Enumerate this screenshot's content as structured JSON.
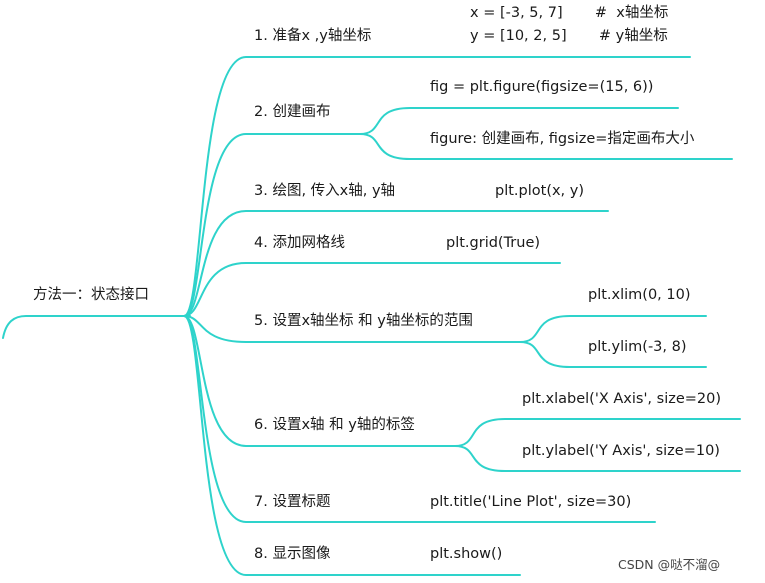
{
  "theme": {
    "line_color": "#2ed3cb",
    "text_color": "#1a1a1a",
    "watermark_color": "#444444"
  },
  "root": {
    "label": "方法一：状态接口"
  },
  "steps": [
    {
      "label": "1. 准备x ,y轴坐标",
      "details": [
        "x = [-3, 5, 7]       #  x轴坐标",
        "y = [10, 2, 5]       # y轴坐标"
      ]
    },
    {
      "label": "2. 创建画布",
      "details": [
        "fig = plt.figure(figsize=(15, 6))",
        "figure: 创建画布, figsize=指定画布大小"
      ]
    },
    {
      "label": "3. 绘图, 传入x轴, y轴",
      "details": [
        "plt.plot(x, y)"
      ]
    },
    {
      "label": "4. 添加网格线",
      "details": [
        "plt.grid(True)"
      ]
    },
    {
      "label": "5. 设置x轴坐标 和 y轴坐标的范围",
      "details": [
        "plt.xlim(0, 10)",
        "plt.ylim(-3, 8)"
      ]
    },
    {
      "label": "6. 设置x轴 和 y轴的标签",
      "details": [
        "plt.xlabel('X Axis', size=20)",
        "plt.ylabel('Y Axis', size=10)"
      ]
    },
    {
      "label": "7. 设置标题",
      "details": [
        "plt.title('Line Plot', size=30)"
      ]
    },
    {
      "label": "8. 显示图像",
      "details": [
        "plt.show()"
      ]
    }
  ],
  "watermark": "CSDN @哒不溜@"
}
